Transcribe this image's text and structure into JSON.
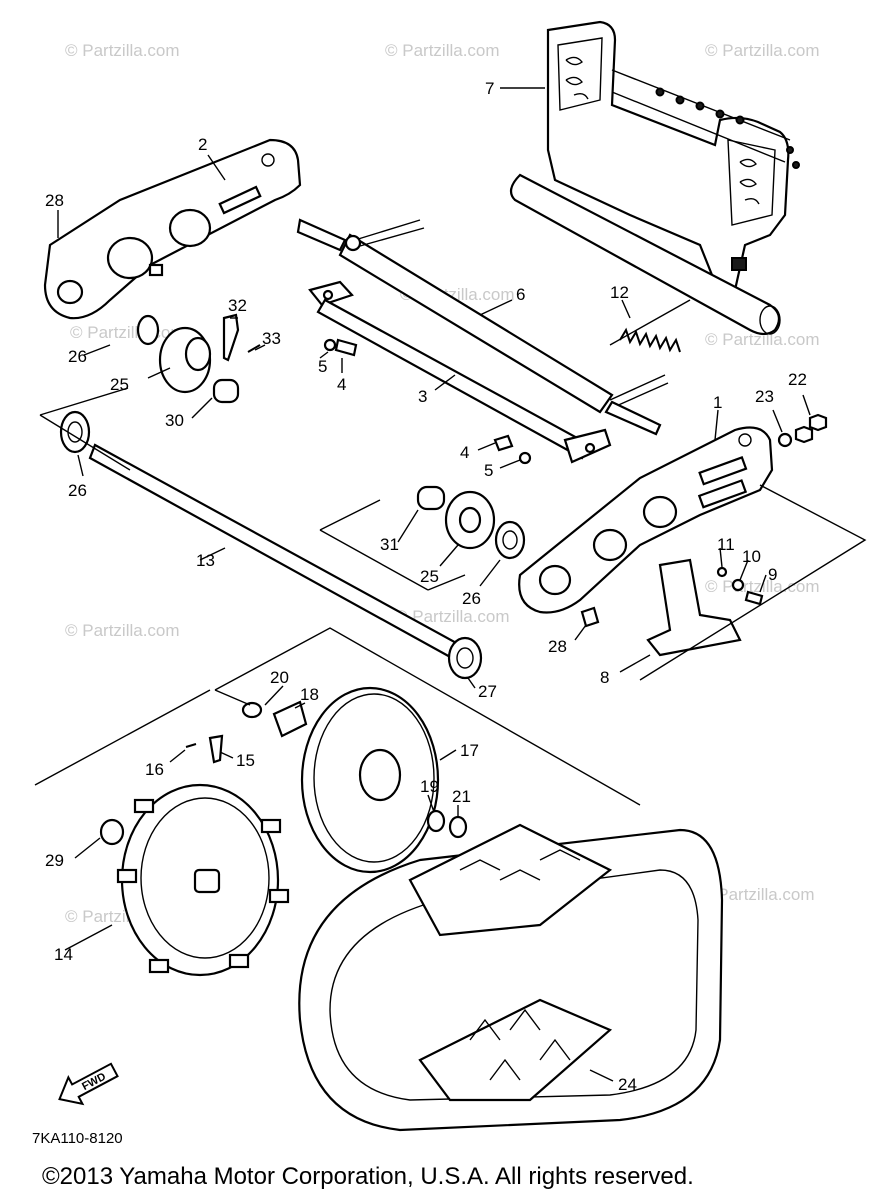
{
  "watermark_text": "© Partzilla.com",
  "diagram_code": "7KA110-8120",
  "fwd_label": "FWD",
  "copyright": "©2013  Yamaha Motor Corporation, U.S.A. All rights reserved.",
  "callouts": {
    "c1": "1",
    "c2": "2",
    "c3": "3",
    "c4a": "4",
    "c4b": "4",
    "c5a": "5",
    "c5b": "5",
    "c6": "6",
    "c7": "7",
    "c8": "8",
    "c9": "9",
    "c10": "10",
    "c11": "11",
    "c12": "12",
    "c13": "13",
    "c14": "14",
    "c15": "15",
    "c16": "16",
    "c17": "17",
    "c18": "18",
    "c19": "19",
    "c20": "20",
    "c21": "21",
    "c22": "22",
    "c23": "23",
    "c24": "24",
    "c25a": "25",
    "c25b": "25",
    "c26a": "26",
    "c26b": "26",
    "c26c": "26",
    "c27": "27",
    "c28a": "28",
    "c28b": "28",
    "c29": "29",
    "c30": "30",
    "c31": "31",
    "c32": "32",
    "c33": "33"
  }
}
